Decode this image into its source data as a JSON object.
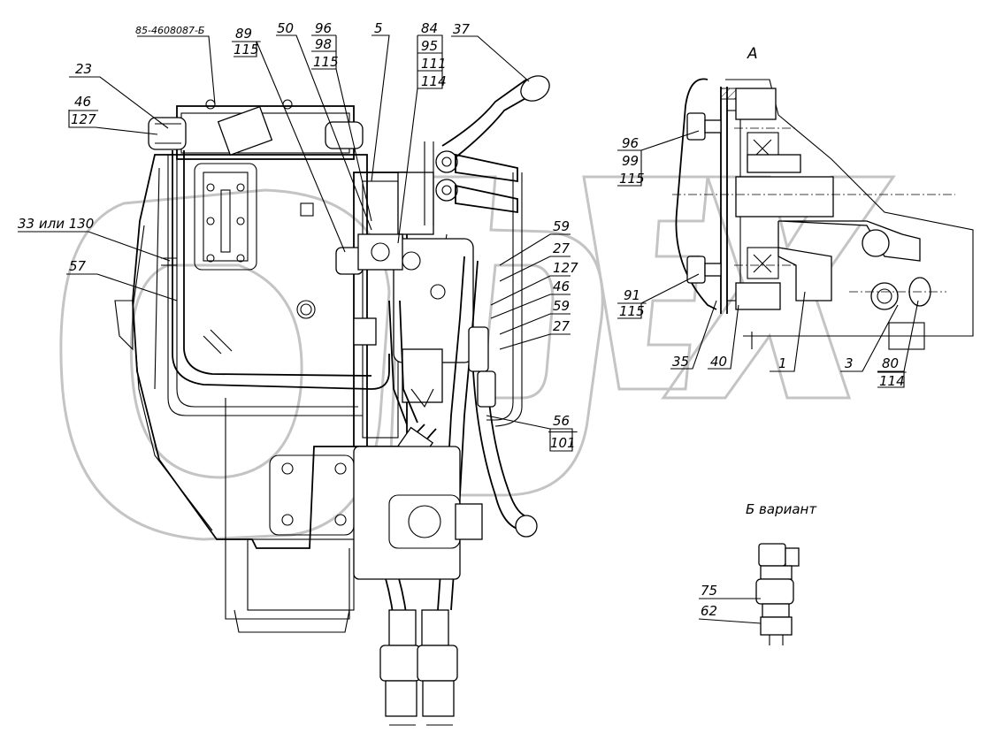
{
  "drawing": {
    "designation": "85-4608087-Б",
    "view_a_title": "A",
    "view_b_title": "Б вариант",
    "watermark": "ОБЕХ"
  },
  "callouts": {
    "c23": "23",
    "c46a_top": "46",
    "c46a_bot": "127",
    "c89_top": "89",
    "c89_bot": "115",
    "c50": "50",
    "c96a_1": "96",
    "c96a_2": "98",
    "c96a_3": "115",
    "c5": "5",
    "c84_1": "84",
    "c84_2": "95",
    "c84_3": "111",
    "c84_4": "114",
    "c37": "37",
    "c33": "33 или 130",
    "c57": "57",
    "c59a": "59",
    "c27a": "27",
    "c127": "127",
    "c46b": "46",
    "c59b": "59",
    "c27b": "27",
    "c56_top": "56",
    "c56_bot": "101",
    "c96b_1": "96",
    "c96b_2": "99",
    "c96b_3": "115",
    "c91_top": "91",
    "c91_bot": "115",
    "c35": "35",
    "c40": "40",
    "c1": "1",
    "c3": "3",
    "c80_top": "80",
    "c80_bot": "114",
    "c75": "75",
    "c62": "62"
  }
}
